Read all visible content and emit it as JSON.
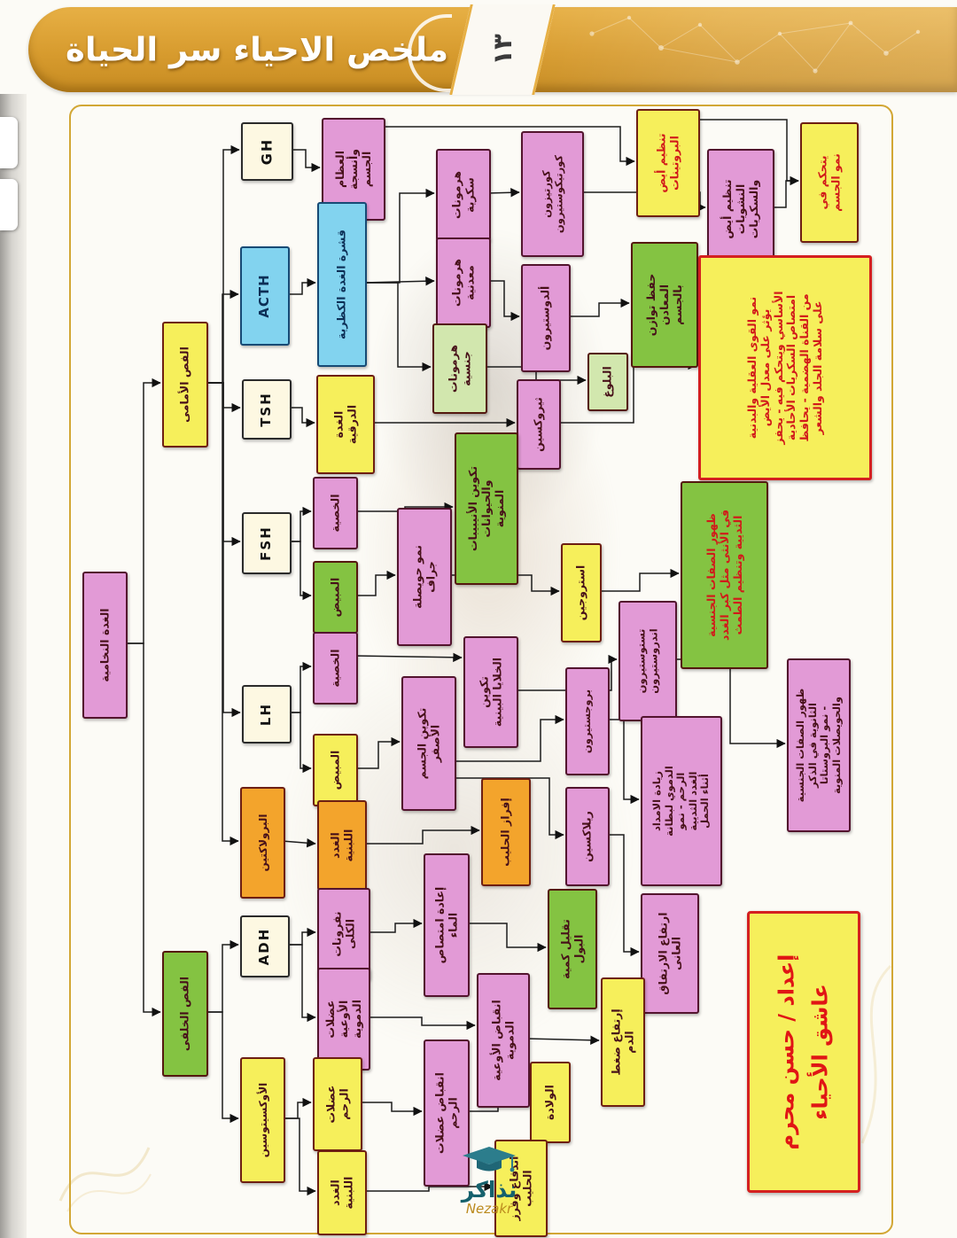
{
  "header": {
    "title": "ملخص الاحياء سر الحياة",
    "page_number": "١٣"
  },
  "colors": {
    "banner_gold": "#d79b2e",
    "frame_gold": "#d2a735",
    "node_pink": "#e29ad6",
    "node_yellow": "#f6ef5b",
    "node_green": "#84c342",
    "node_pale_green": "#d2e7ae",
    "node_blue": "#82d3ef",
    "node_orange": "#f3a42c",
    "node_cream": "#fdf8e2",
    "red_text": "#d11a1a",
    "edge_black": "#1c1c1c"
  },
  "diagram": {
    "nodes": [
      {
        "id": "pituitary",
        "label": "الغدة النخامية",
        "color": "pink"
      },
      {
        "id": "anterior",
        "label": "الفص الأمامى",
        "color": "yellow"
      },
      {
        "id": "posterior",
        "label": "الفص الخلفى",
        "color": "green"
      },
      {
        "id": "gh",
        "label": "GH",
        "color": "cream"
      },
      {
        "id": "acth",
        "label": "ACTH",
        "color": "blue"
      },
      {
        "id": "tsh",
        "label": "TSH",
        "color": "cream"
      },
      {
        "id": "fsh",
        "label": "FSH",
        "color": "cream"
      },
      {
        "id": "lh",
        "label": "LH",
        "color": "cream"
      },
      {
        "id": "prolactin",
        "label": "البرولاكتين",
        "color": "orange"
      },
      {
        "id": "adh",
        "label": "ADH",
        "color": "cream"
      },
      {
        "id": "oxytocin",
        "label": "الأوكسيتوسين",
        "color": "yellow"
      },
      {
        "id": "bones",
        "label": "العظام\nوأنسجة\nالجسم",
        "color": "pink"
      },
      {
        "id": "regulate-protein",
        "label": "تنظيم أيض\nالبروتينات",
        "color": "yellow",
        "red": true
      },
      {
        "id": "carb-metab",
        "label": "تنظيم أيض\nالنشويات\nوالسكريات",
        "color": "pink"
      },
      {
        "id": "controls-growth",
        "label": "يتحكم في\nنمو الجسم",
        "color": "yellow",
        "red": true
      },
      {
        "id": "adrenal-cortex",
        "label": "قشرة الغدة الكظرية",
        "color": "blue"
      },
      {
        "id": "sugar-hormones",
        "label": "هرمونات\nسكرية",
        "color": "pink"
      },
      {
        "id": "cortisone",
        "label": "كورتيزون\nكورتيكوستيرون",
        "color": "pink"
      },
      {
        "id": "mineral-hormones",
        "label": "هرمونات\nمعدنية",
        "color": "pink"
      },
      {
        "id": "aldosterone",
        "label": "ألدوستيرون",
        "color": "pink"
      },
      {
        "id": "mineral-balance",
        "label": "حفظ توازن\nالمعادن\nبالجسم",
        "color": "green"
      },
      {
        "id": "sex-hormones",
        "label": "هرمونات\nجنسية",
        "color": "pale"
      },
      {
        "id": "puberty",
        "label": "البلوغ",
        "color": "pale"
      },
      {
        "id": "thyroid",
        "label": "الغدة\nالدرقية",
        "color": "yellow"
      },
      {
        "id": "thyroxine",
        "label": "ثيروكسين",
        "color": "pink"
      },
      {
        "id": "thyroid-effects",
        "label": "نمو القوى العقلية والبدنية\nيؤثر على معدل الأيض\nالأساسي ويتحكم فيه - يحفز\nامتصاص السكريات الأحادية\nمن القناة الهضمية - يحافظ\nعلى سلامة الجلد والشعر",
        "color": "yellow",
        "red": true
      },
      {
        "id": "testis-fsh",
        "label": "الخصية",
        "color": "pink"
      },
      {
        "id": "sperm-formation",
        "label": "تكوين الأنيبيبات\nوالحيوانات\nالمنوية",
        "color": "green"
      },
      {
        "id": "ovary-fsh",
        "label": "المبيض",
        "color": "green"
      },
      {
        "id": "graaf",
        "label": "نمو حويصلة\nجراف",
        "color": "pink"
      },
      {
        "id": "estrogen",
        "label": "استروجين",
        "color": "yellow"
      },
      {
        "id": "female-traits",
        "label": "ظهور الصفات الجنسية\nفي الأنثى مثل كبر الغدد\nالثديية وتنظيم الطمث",
        "color": "green",
        "red": true
      },
      {
        "id": "testis-lh",
        "label": "الخصية",
        "color": "pink"
      },
      {
        "id": "interstitial",
        "label": "تكوين\nالخلايا البينية",
        "color": "pink"
      },
      {
        "id": "testosterone",
        "label": "تستوستيرون\nاندروستيرون",
        "color": "pink"
      },
      {
        "id": "male-traits",
        "label": "ظهور الصفات الجنسية\nالثانوية في الذكر\n- نمو البروستاتا\nوالحويصلات المنوية",
        "color": "pink"
      },
      {
        "id": "ovary-lh",
        "label": "المبيض",
        "color": "yellow"
      },
      {
        "id": "corpus-luteum",
        "label": "تكوين الجسم\nالأصفر",
        "color": "pink"
      },
      {
        "id": "progesterone",
        "label": "بروجستيرون",
        "color": "pink"
      },
      {
        "id": "relaxin",
        "label": "ريلاكسين",
        "color": "pink"
      },
      {
        "id": "uterine-blood",
        "label": "زيادة الامداد\nالدموي لبطانة\nالرحم - نمو\nالغدد الثديية\nأثناء الحمل",
        "color": "pink"
      },
      {
        "id": "pubic-symphysis",
        "label": "ارتفاع الارتفاق\nالعانى",
        "color": "pink"
      },
      {
        "id": "mammary-prolactin",
        "label": "الغدد\nاللبنية",
        "color": "orange"
      },
      {
        "id": "milk-secretion",
        "label": "إفراز الحليب",
        "color": "orange"
      },
      {
        "id": "nephrons",
        "label": "نفرونات\nالكلى",
        "color": "pink"
      },
      {
        "id": "vessel-muscles",
        "label": "عضلات\nالأوعية\nالدموية",
        "color": "pink"
      },
      {
        "id": "water-reabsorption",
        "label": "إعادة امتصاص\nالماء",
        "color": "pink"
      },
      {
        "id": "reduce-urine",
        "label": "تقليل كمية\nالبول",
        "color": "green"
      },
      {
        "id": "vasoconstriction",
        "label": "انقباض الأوعية\nالدموية",
        "color": "pink"
      },
      {
        "id": "high-bp",
        "label": "إرتفاع ضغط\nالدم",
        "color": "yellow"
      },
      {
        "id": "uterus-muscles",
        "label": "عضلات\nالرحم",
        "color": "yellow"
      },
      {
        "id": "uterine-contraction",
        "label": "انقباض عضلات\nالرحم",
        "color": "pink"
      },
      {
        "id": "birth",
        "label": "الولادة",
        "color": "yellow"
      },
      {
        "id": "mammary-oxytocin",
        "label": "الغدد\nاللبنية",
        "color": "yellow"
      },
      {
        "id": "milk-ejection",
        "label": "اندفاع وفرز\nالحليب",
        "color": "yellow"
      }
    ],
    "edges": [
      {
        "from": "pituitary",
        "to": "anterior"
      },
      {
        "from": "pituitary",
        "to": "posterior"
      },
      {
        "from": "anterior",
        "to": "gh"
      },
      {
        "from": "anterior",
        "to": "acth"
      },
      {
        "from": "anterior",
        "to": "tsh"
      },
      {
        "from": "anterior",
        "to": "fsh"
      },
      {
        "from": "anterior",
        "to": "lh"
      },
      {
        "from": "anterior",
        "to": "prolactin"
      },
      {
        "from": "gh",
        "to": "bones"
      },
      {
        "from": "bones",
        "to": "regulate-protein"
      },
      {
        "from": "regulate-protein",
        "to": "controls-growth"
      },
      {
        "from": "acth",
        "to": "adrenal-cortex"
      },
      {
        "from": "adrenal-cortex",
        "to": "sugar-hormones"
      },
      {
        "from": "adrenal-cortex",
        "to": "mineral-hormones"
      },
      {
        "from": "adrenal-cortex",
        "to": "sex-hormones"
      },
      {
        "from": "sugar-hormones",
        "to": "cortisone"
      },
      {
        "from": "cortisone",
        "to": "carb-metab"
      },
      {
        "from": "carb-metab",
        "to": "controls-growth"
      },
      {
        "from": "mineral-hormones",
        "to": "aldosterone"
      },
      {
        "from": "aldosterone",
        "to": "mineral-balance"
      },
      {
        "from": "sex-hormones",
        "to": "puberty"
      },
      {
        "from": "tsh",
        "to": "thyroid"
      },
      {
        "from": "thyroid",
        "to": "thyroxine"
      },
      {
        "from": "thyroxine",
        "to": "thyroid-effects"
      },
      {
        "from": "fsh",
        "to": "testis-fsh"
      },
      {
        "from": "fsh",
        "to": "ovary-fsh"
      },
      {
        "from": "testis-fsh",
        "to": "sperm-formation"
      },
      {
        "from": "ovary-fsh",
        "to": "graaf"
      },
      {
        "from": "graaf",
        "to": "estrogen"
      },
      {
        "from": "estrogen",
        "to": "female-traits"
      },
      {
        "from": "lh",
        "to": "testis-lh"
      },
      {
        "from": "lh",
        "to": "ovary-lh"
      },
      {
        "from": "testis-lh",
        "to": "interstitial"
      },
      {
        "from": "interstitial",
        "to": "testosterone"
      },
      {
        "from": "testosterone",
        "to": "male-traits"
      },
      {
        "from": "ovary-lh",
        "to": "corpus-luteum"
      },
      {
        "from": "corpus-luteum",
        "to": "progesterone"
      },
      {
        "from": "corpus-luteum",
        "to": "relaxin"
      },
      {
        "from": "progesterone",
        "to": "uterine-blood"
      },
      {
        "from": "relaxin",
        "to": "pubic-symphysis"
      },
      {
        "from": "prolactin",
        "to": "mammary-prolactin"
      },
      {
        "from": "mammary-prolactin",
        "to": "milk-secretion"
      },
      {
        "from": "posterior",
        "to": "adh"
      },
      {
        "from": "posterior",
        "to": "oxytocin"
      },
      {
        "from": "adh",
        "to": "nephrons"
      },
      {
        "from": "adh",
        "to": "vessel-muscles"
      },
      {
        "from": "nephrons",
        "to": "water-reabsorption"
      },
      {
        "from": "water-reabsorption",
        "to": "reduce-urine"
      },
      {
        "from": "vessel-muscles",
        "to": "vasoconstriction"
      },
      {
        "from": "vasoconstriction",
        "to": "high-bp"
      },
      {
        "from": "oxytocin",
        "to": "uterus-muscles"
      },
      {
        "from": "oxytocin",
        "to": "mammary-oxytocin"
      },
      {
        "from": "uterus-muscles",
        "to": "uterine-contraction"
      },
      {
        "from": "uterine-contraction",
        "to": "birth"
      },
      {
        "from": "mammary-oxytocin",
        "to": "milk-ejection"
      }
    ]
  },
  "credit": {
    "text": "إعداد / حسن محرم\nعاشق الأحياء"
  },
  "logo": {
    "arabic": "نذاكر",
    "latin": "Nezakr"
  }
}
